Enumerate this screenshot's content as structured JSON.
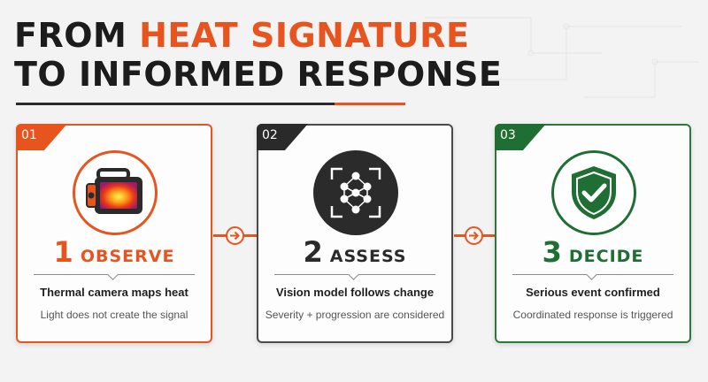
{
  "title": {
    "line1_prefix": "FROM ",
    "line1_accent": "HEAT SIGNATURE",
    "line2": "TO INFORMED RESPONSE"
  },
  "colors": {
    "orange": "#e8541e",
    "dark": "#2a2a2a",
    "green": "#1f6e33"
  },
  "cards": [
    {
      "badge": "01",
      "number": "1",
      "word": "OBSERVE",
      "main": "Thermal camera maps heat",
      "sub": "Light does not create the signal",
      "icon": "thermal-camera-icon"
    },
    {
      "badge": "02",
      "number": "2",
      "word": "ASSESS",
      "main": "Vision model follows change",
      "sub": "Severity + progression are considered",
      "icon": "neural-network-icon"
    },
    {
      "badge": "03",
      "number": "3",
      "word": "DECIDE",
      "main": "Serious event confirmed",
      "sub": "Coordinated response is triggered",
      "icon": "shield-check-icon"
    }
  ],
  "connectors": [
    "arrow-right-icon",
    "arrow-right-icon"
  ]
}
